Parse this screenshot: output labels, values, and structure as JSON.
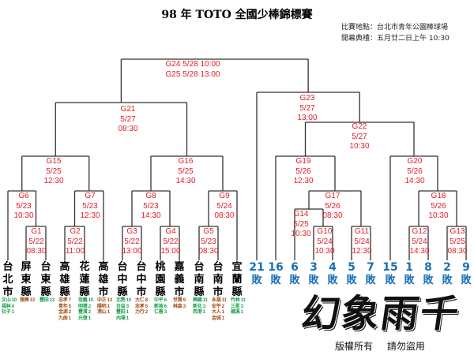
{
  "title": "98 年 TOTO 全國少棒錦標賽",
  "info": {
    "venue": "比賽地點：台北市青年公園棒球場",
    "opening": "開幕典禮：五月廿二日上午 10:30"
  },
  "games": {
    "G24": [
      "G24  5/28  10:00",
      "G25  5/28  13:00"
    ],
    "G21": [
      "G21",
      "5/27",
      "08:30"
    ],
    "G23": [
      "G23",
      "5/27",
      "13:00"
    ],
    "G22": [
      "G22",
      "5/27",
      "10:30"
    ],
    "G15": [
      "G15",
      "5/25",
      "12:30"
    ],
    "G16": [
      "G16",
      "5/25",
      "14:30"
    ],
    "G19": [
      "G19",
      "5/26",
      "12:30"
    ],
    "G20": [
      "G20",
      "5/26",
      "14:30"
    ],
    "G6": [
      "G6",
      "5/23",
      "10:30"
    ],
    "G7": [
      "G7",
      "5/23",
      "12:30"
    ],
    "G8": [
      "G8",
      "5/23",
      "14:30"
    ],
    "G9": [
      "G9",
      "5/24",
      "08:30"
    ],
    "G17": [
      "G17",
      "5/26",
      "08:30"
    ],
    "G18": [
      "G18",
      "5/26",
      "10:30"
    ],
    "G14": [
      "G14",
      "5/25",
      "10:30"
    ],
    "G1": [
      "G1",
      "5/22",
      "08:30"
    ],
    "G2": [
      "G2",
      "5/22",
      "11:00"
    ],
    "G3": [
      "G3",
      "5/22",
      "13:00"
    ],
    "G4": [
      "G4",
      "5/22",
      "15:00"
    ],
    "G5": [
      "G5",
      "5/23",
      "08:30"
    ],
    "G10": [
      "G10",
      "5/24",
      "10:30"
    ],
    "G11": [
      "G11",
      "5/24",
      "12:30"
    ],
    "G12": [
      "G12",
      "5/24",
      "14:30"
    ],
    "G13": [
      "G13",
      "5/25",
      "08:30"
    ]
  },
  "teams": [
    "台北市",
    "屏東縣",
    "台東縣",
    "高雄縣",
    "花蓮縣",
    "高雄市",
    "台中縣",
    "台中市",
    "桃園縣",
    "嘉義市",
    "台南縣",
    "台南市",
    "宜蘭縣"
  ],
  "losers": [
    {
      "num": "21",
      "label": "敗"
    },
    {
      "num": "16",
      "label": "敗"
    },
    {
      "num": "6",
      "label": "敗"
    },
    {
      "num": "3",
      "label": "敗"
    },
    {
      "num": "4",
      "label": "敗"
    },
    {
      "num": "5",
      "label": "敗"
    },
    {
      "num": "7",
      "label": "敗"
    },
    {
      "num": "15",
      "label": "敗"
    },
    {
      "num": "1",
      "label": "敗"
    },
    {
      "num": "8",
      "label": "敗"
    },
    {
      "num": "2",
      "label": "敗"
    },
    {
      "num": "9",
      "label": "敗"
    }
  ],
  "schools": [
    [
      "文山 10",
      "福林 4",
      "社子 1"
    ],
    [
      "復興 13"
    ],
    [
      "豐田 13"
    ],
    [
      "忠孝 7",
      "青年 5",
      "金湖 2",
      "九曲 1"
    ],
    [
      "信義 10",
      "明禮 2",
      "豐濱 2",
      "光復 1"
    ],
    [
      "中正 13",
      "陽明 1",
      "港山 1"
    ],
    [
      "北勢 10",
      "台益 3",
      "豐田 1",
      "內埔 1"
    ],
    [
      "大仁 8",
      "忠孝 5",
      "力行 2"
    ],
    [
      "中平 6",
      "新坡 6",
      "仁善 3"
    ],
    [
      "世賢 9",
      "林森 3"
    ],
    [
      "興國 11",
      "新化 3",
      "西港 1"
    ],
    [
      "永福 11",
      "安平 2",
      "大人 1",
      "金城 1"
    ],
    [
      "竹林 11",
      "三星 3",
      "礁溪 1"
    ]
  ],
  "colors": {
    "game": "#e0202a",
    "loser": "#1a6fb5",
    "green": "#1aa04a",
    "brown": "#a0501a"
  },
  "watermark": "幻象雨千",
  "copyright": "版權所有 請勿盜用"
}
